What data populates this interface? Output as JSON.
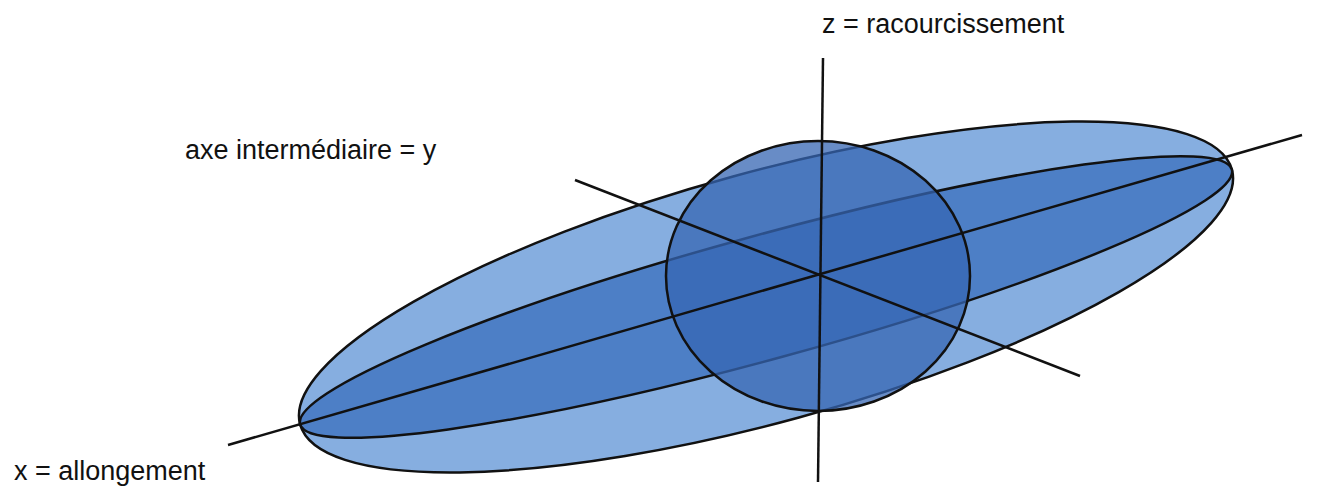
{
  "diagram": {
    "labels": [
      "z = racourcissement",
      "axe intermédiaire = y",
      "x = allongement"
    ]
  }
}
